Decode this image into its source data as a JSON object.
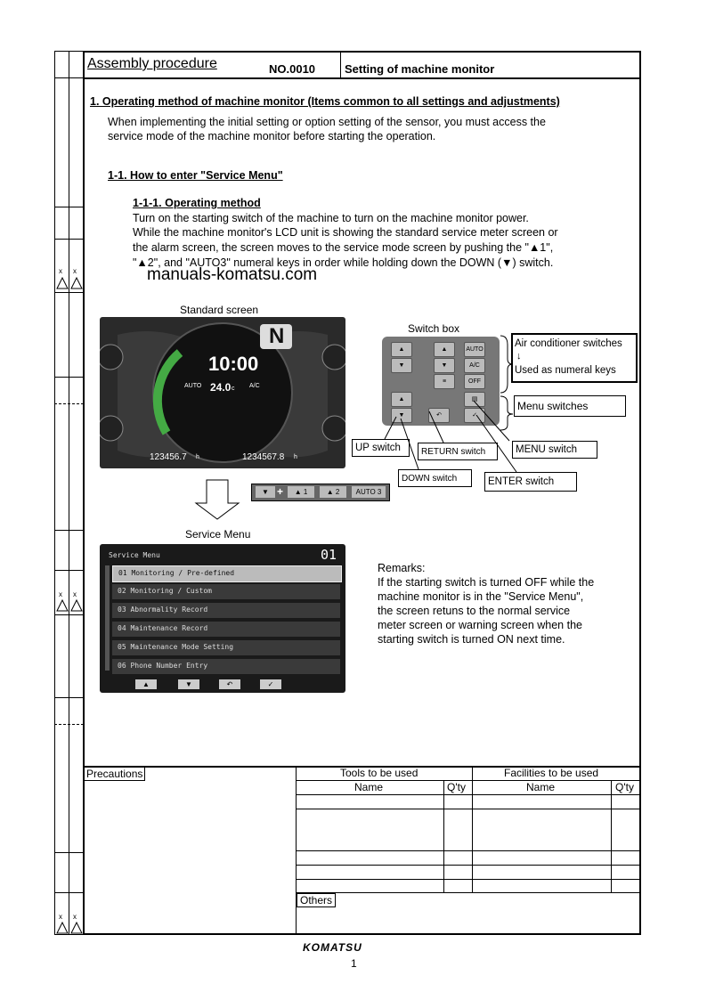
{
  "header": {
    "title": "Assembly procedure",
    "number": "NO.0010",
    "subject": "Setting of machine monitor"
  },
  "section1": {
    "heading": "1. Operating method of machine monitor (Items common to all settings and adjustments)",
    "body_line1": "When implementing the initial setting or option setting of the sensor, you must access the",
    "body_line2": "service mode of the machine monitor before starting the operation."
  },
  "section11": {
    "heading": "1-1. How to enter \"Service Menu\""
  },
  "section111": {
    "heading": "1-1-1. Operating method",
    "line1": "Turn on the starting switch of the machine to turn on the machine monitor power.",
    "line2": "While the machine monitor's LCD unit is showing the standard service meter screen or",
    "line3": "the alarm screen, the screen moves to the service mode screen by pushing the \"▲1\",",
    "line4": "\"▲2\", and \"AUTO3\" numeral keys in order while holding down the DOWN (▼) switch."
  },
  "watermark": "manuals-komatsu.com",
  "figure": {
    "standard_screen_label": "Standard screen",
    "switch_box_label": "Switch box",
    "service_menu_label": "Service Menu",
    "clock": "10:00",
    "gear": "N",
    "temp": "24.0",
    "temp_unit": "c",
    "ac_label": "A/C",
    "auto_label": "AUTO",
    "hourmeter_left": "123456.7",
    "hourmeter_right": "1234567.8",
    "hourmeter_unit": "h",
    "air_cond_line1": "Air conditioner switches",
    "air_cond_arrow": "↓",
    "air_cond_line2": "Used as numeral keys",
    "menu_switches": "Menu switches",
    "up_switch": "UP switch",
    "down_switch": "DOWN switch",
    "return_switch": "RETURN switch",
    "menu_switch": "MENU switch",
    "enter_switch": "ENTER switch",
    "seq_plus": "+",
    "seq_keys": [
      "▲ 1",
      "▲ 2",
      "AUTO 3"
    ],
    "keys": {
      "k1": "▲",
      "k2": "▲",
      "k3": "AUTO",
      "k4": "▼",
      "k5": "▼",
      "k6": "A/C",
      "k7": "≡",
      "k8": "OFF",
      "kup": "▲",
      "kdown": "▼",
      "kret": "↶",
      "kmenu": "▤",
      "kenter": "✓"
    }
  },
  "service_menu": {
    "title": "Service Menu",
    "page": "01",
    "items": [
      "01  Monitoring / Pre-defined",
      "02  Monitoring / Custom",
      "03  Abnormality Record",
      "04  Maintenance Record",
      "05  Maintenance Mode Setting",
      "06  Phone Number Entry"
    ],
    "footer_buttons": [
      "▲",
      "▼",
      "↶",
      "✓"
    ]
  },
  "remarks": {
    "title": "Remarks:",
    "line1": "If the starting switch is turned OFF while the",
    "line2": "machine monitor is in the \"Service Menu\",",
    "line3": "the screen retuns to the normal service",
    "line4": "meter screen or warning screen when the",
    "line5": "starting switch is turned ON next time."
  },
  "bottom": {
    "precautions": "Precautions",
    "tools": "Tools to be used",
    "facilities": "Facilities to be used",
    "name": "Name",
    "qty": "Q'ty",
    "others": "Others"
  },
  "footer": {
    "brand": "KOMATSU",
    "page_number": "1"
  },
  "leftcol_marks": [
    "x",
    "x",
    "x",
    "x",
    "x",
    "x"
  ]
}
